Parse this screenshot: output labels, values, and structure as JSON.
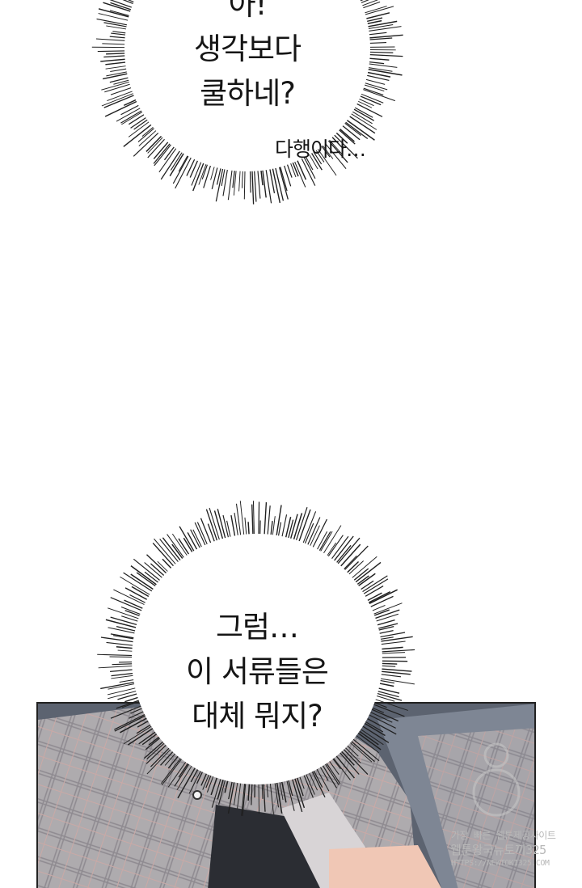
{
  "bubble_top": {
    "lines": [
      "아!",
      "생각보다",
      "쿨하네?"
    ],
    "aside": "다행이다…"
  },
  "bubble_bottom": {
    "lines": [
      "그럼…",
      "이 서류들은",
      "대체 뭐지?"
    ]
  },
  "watermark": {
    "line1": "가장 빠른 웹툰제공사이트",
    "line2": "웹툰왕국뉴토끼325",
    "line3": "HTTPS://NEWTOKI325.COM"
  },
  "colors": {
    "burst_lines": "#1f1f1f",
    "panel_bg": "#5d636e",
    "shirt_plaid": "#a7a4a6",
    "skin": "#f0c7b5"
  }
}
